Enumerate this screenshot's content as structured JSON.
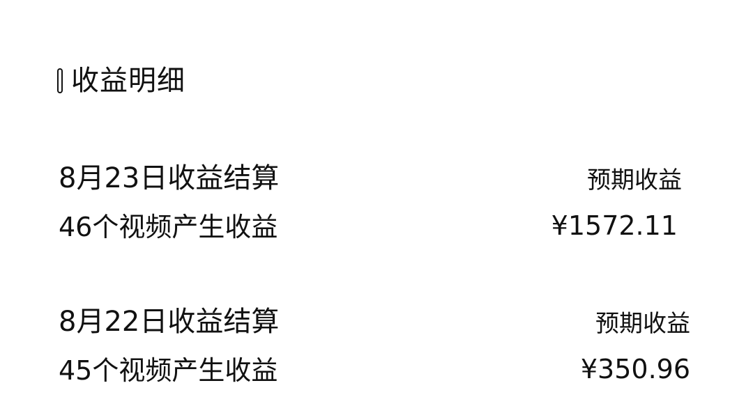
{
  "section": {
    "title": "收益明细"
  },
  "records": [
    {
      "title": "8月23日收益结算",
      "subtitle": "46个视频产生收益",
      "label": "预期收益",
      "amount": "¥1572.11"
    },
    {
      "title": "8月22日收益结算",
      "subtitle": "45个视频产生收益",
      "label": "预期收益",
      "amount": "¥350.96"
    }
  ]
}
